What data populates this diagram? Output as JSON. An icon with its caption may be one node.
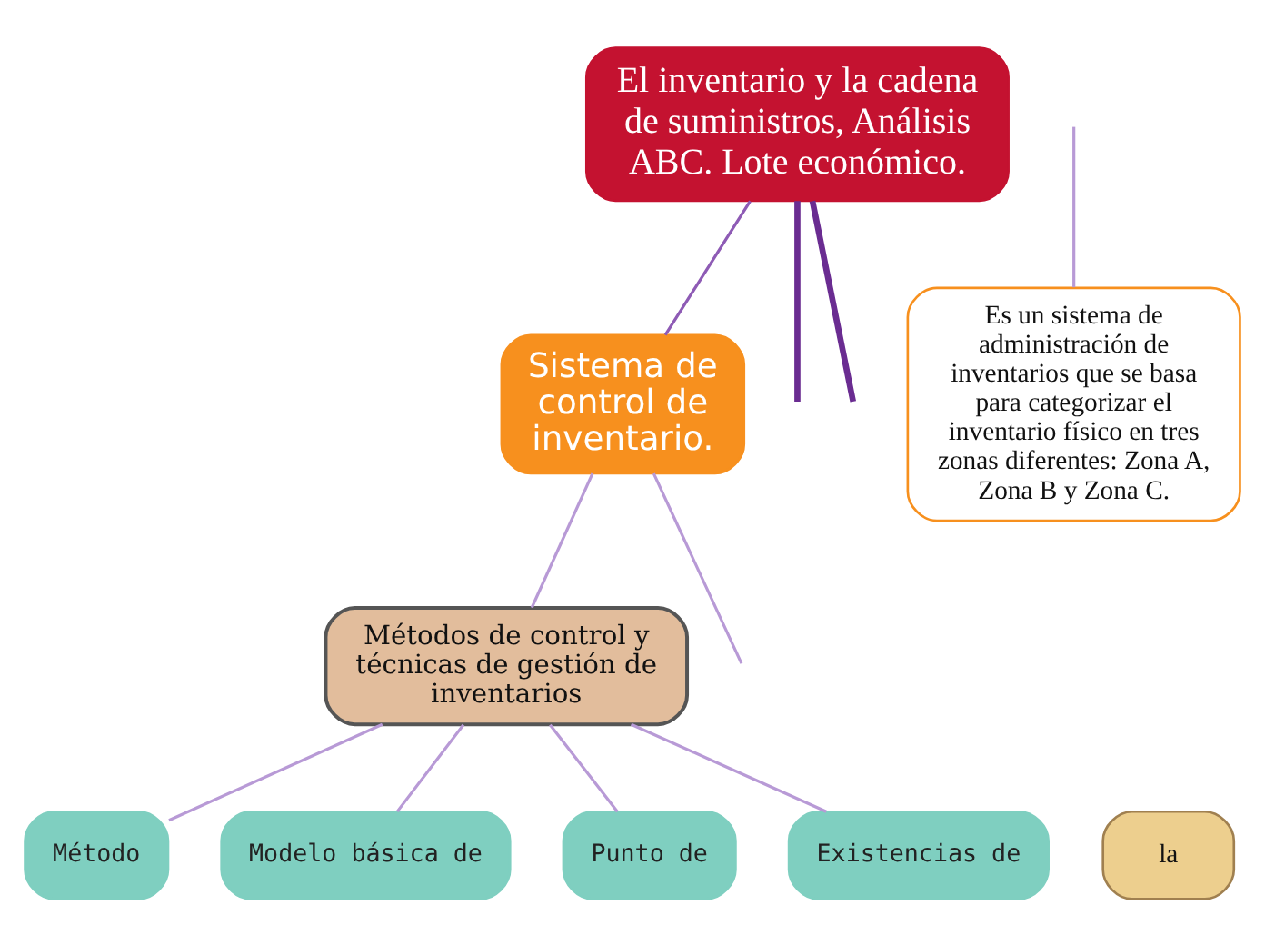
{
  "diagram": {
    "nodes": [
      {
        "text": [
          "El inventario y la cadena de suministros, Análisis ABC. Lote económico."
        ]
      },
      {
        "text": [
          "Sistema de control de inventario."
        ]
      },
      {
        "text": [
          "Métodos de control y técnicas de gestión de inventarios"
        ]
      },
      {
        "text": [
          "la"
        ]
      },
      {
        "text": [
          "Método"
        ]
      },
      {
        "text": [
          "Modelo básica de"
        ]
      },
      {
        "text": [
          "Punto de"
        ]
      },
      {
        "text": [
          "Existencias de"
        ]
      },
      {
        "text": [
          "Es un sistema de administración de inventarios que se basa para categorizar el inventario físico en tres zonas diferentes: Zona A, Zona B y Zona C."
        ]
      }
    ],
    "edges": [
      {
        "from": 0,
        "to": null,
        "arrow": "none",
        "style": "thick",
        "color": "#6a2c91"
      },
      {
        "from": 0,
        "to": null,
        "arrow": "none",
        "style": "thick",
        "color": "#6a2c91"
      },
      {
        "from": 0,
        "to": 1,
        "arrow": "none",
        "color": "#8e5bb5"
      },
      {
        "from": 1,
        "to": null,
        "arrow": "none"
      },
      {
        "from": 1,
        "to": 2,
        "arrow": "none"
      },
      {
        "from": 2,
        "to": 4,
        "arrow": "none"
      },
      {
        "from": 2,
        "to": 5,
        "arrow": "none"
      },
      {
        "from": 2,
        "to": 6,
        "arrow": "none"
      },
      {
        "from": 2,
        "to": 7,
        "arrow": "none"
      },
      {
        "from": null,
        "to": 8,
        "arrow": "none"
      }
    ]
  }
}
